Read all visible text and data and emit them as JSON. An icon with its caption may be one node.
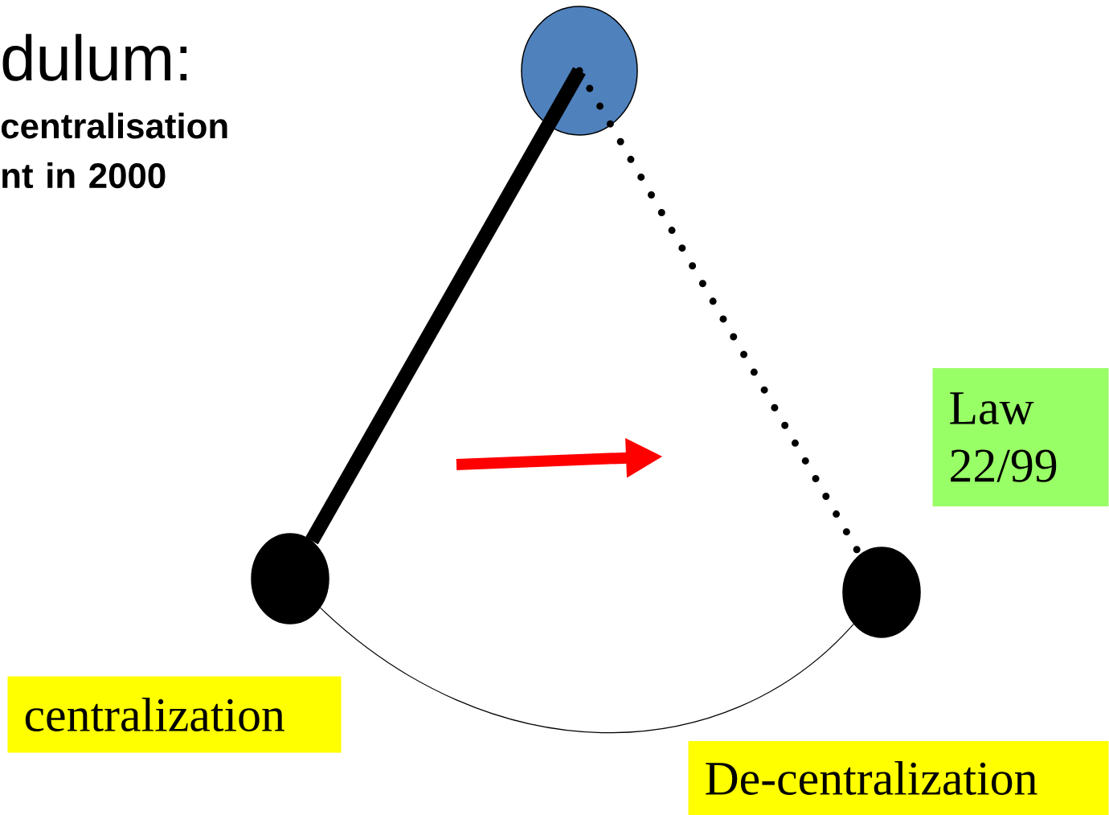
{
  "diagram": {
    "title": "dulum:",
    "nodes": [
      {
        "text": [],
        "shape": "circle"
      },
      {
        "text": [],
        "shape": "circle"
      },
      {
        "text": [],
        "shape": "circle"
      },
      {
        "text": [
          "Law 22/99"
        ]
      },
      {
        "text": [
          "centralization"
        ]
      },
      {
        "text": [
          "De-centralization"
        ]
      }
    ],
    "edges": [
      {
        "from": 0,
        "to": 1,
        "arrow": "none",
        "style": "thick"
      },
      {
        "from": 0,
        "to": 2,
        "arrow": "none",
        "style": "dashed"
      },
      {
        "from": 1,
        "to": 2,
        "arrow": "none"
      }
    ],
    "labels": [
      "centralisation nt in 2000"
    ]
  }
}
